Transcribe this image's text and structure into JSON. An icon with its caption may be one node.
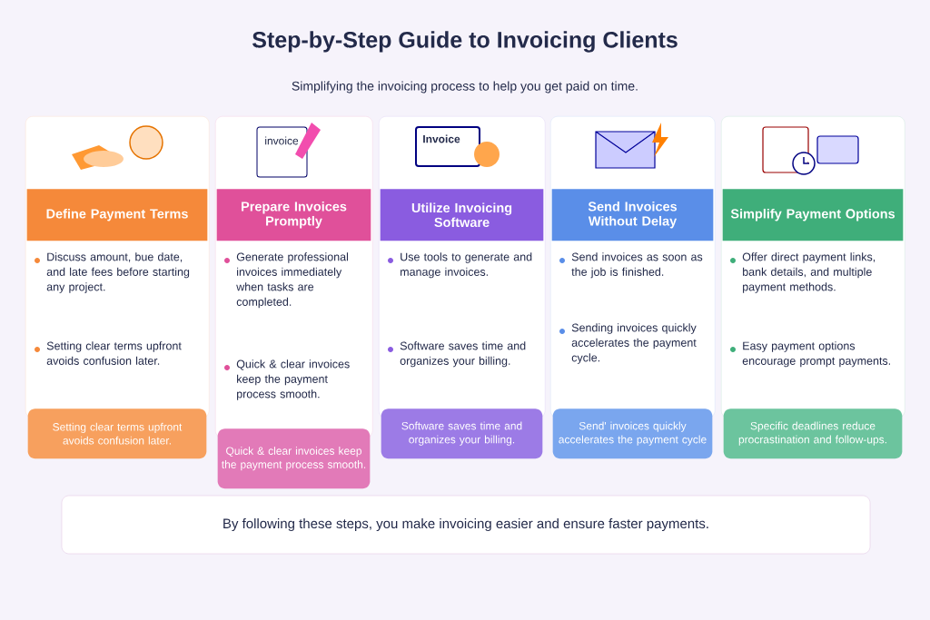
{
  "diagram": {
    "title": "Step-by-Step Guide to Invoicing Clients",
    "nodes": [
      {
        "text": [
          "Define Payment Terms",
          "Discuss amount, bue date, and late fees before starting any project.",
          "Setting clear terms upfront avoids confusion later."
        ]
      },
      {
        "text": [
          "Setting clear terms upfront avoids confusion later."
        ]
      },
      {
        "text": [
          "Prepare Invoices Promptly",
          "Generate professional invoices immediately when tasks are completed.",
          "Quick & clear invoices keep the payment process smooth."
        ]
      },
      {
        "text": [
          "Quick & clear invoices keep the payment process smooth."
        ]
      },
      {
        "text": [
          "Utilize Invoicing Software",
          "Use tools to generate and manage invoices.",
          "Software saves time and organizes your billing."
        ]
      },
      {
        "text": [
          "Software saves time and organizes your billing."
        ]
      },
      {
        "text": [
          "Send Invoices Without Delay",
          "Send invoices as soon as the job is finished.",
          "Sending invoices quickly accelerates the payment cycle."
        ]
      },
      {
        "text": [
          "Send' invoices quickly accelerates the payment cycle"
        ]
      },
      {
        "text": [
          "Simplify Payment Options",
          "Offer direct payment links, bank details, and multiple payment methods.",
          "Easy payment options encourage prompt payments."
        ]
      },
      {
        "text": [
          "Specific deadlines reduce procrastination and follow-ups."
        ]
      },
      {
        "text": [
          "By following these steps, you make invoicing easier and ensure faster payments."
        ]
      }
    ],
    "labels": [
      "Simplifying the invoicing process to help you get paid on time.",
      "invoice",
      "Invoice"
    ]
  }
}
